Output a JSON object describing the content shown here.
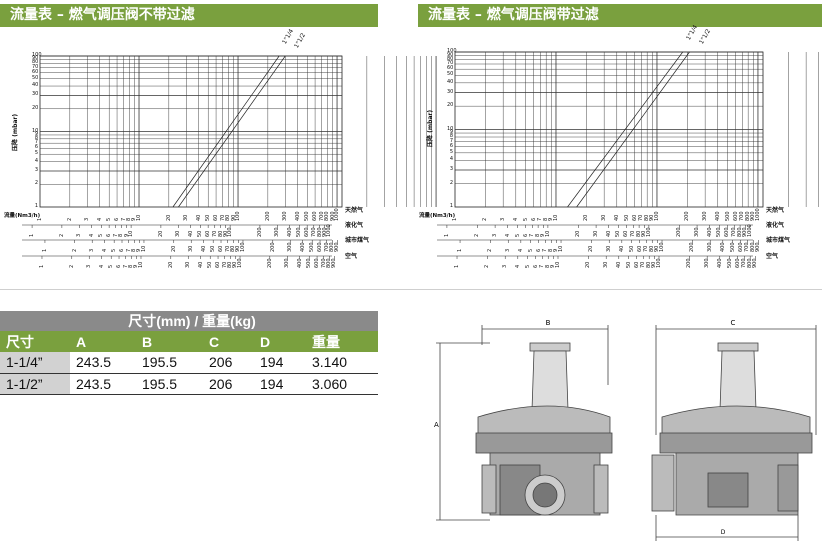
{
  "left_title": "流量表 – 燃气调压阀不带过滤",
  "right_title": "流量表 – 燃气调压阀带过滤",
  "chart_left": {
    "ylabel": "压降 (mbar)",
    "xlabel": "流量(Nm3/h)",
    "line_labels": [
      "1\"1/4",
      "1\"1/2"
    ],
    "gas_labels": [
      "天然气",
      "液化气",
      "城市煤气",
      "空气"
    ],
    "y_ticks": [
      "1",
      "2",
      "3",
      "4",
      "5",
      "6",
      "7",
      "8",
      "9",
      "10",
      "20",
      "30",
      "40",
      "50",
      "60",
      "70",
      "80",
      "90",
      "100"
    ],
    "x_ticks": [
      "1",
      "2",
      "3",
      "4",
      "5",
      "6",
      "7",
      "8",
      "9",
      "10",
      "20",
      "30",
      "40",
      "50",
      "60",
      "70",
      "80",
      "90",
      "100",
      "200",
      "300",
      "400",
      "500",
      "600",
      "700",
      "800",
      "900",
      "1000"
    ]
  },
  "chart_right": {
    "ylabel": "压降 (mbar)",
    "xlabel": "流量(Nm3/h)",
    "line_labels": [
      "1\"1/4",
      "1\"1/2"
    ],
    "gas_labels": [
      "天然气",
      "液化气",
      "城市煤气",
      "空气"
    ]
  },
  "table": {
    "caption": "尺寸(mm) / 重量(kg)",
    "headers": [
      "尺寸",
      "A",
      "B",
      "C",
      "D",
      "重量"
    ],
    "rows": [
      [
        "1-1/4”",
        "243.5",
        "195.5",
        "206",
        "194",
        "3.140"
      ],
      [
        "1-1/2”",
        "243.5",
        "195.5",
        "206",
        "194",
        "3.060"
      ]
    ]
  },
  "drawing": {
    "dim_b": "B",
    "dim_c": "C",
    "dim_a": "A",
    "dim_d": "D"
  }
}
